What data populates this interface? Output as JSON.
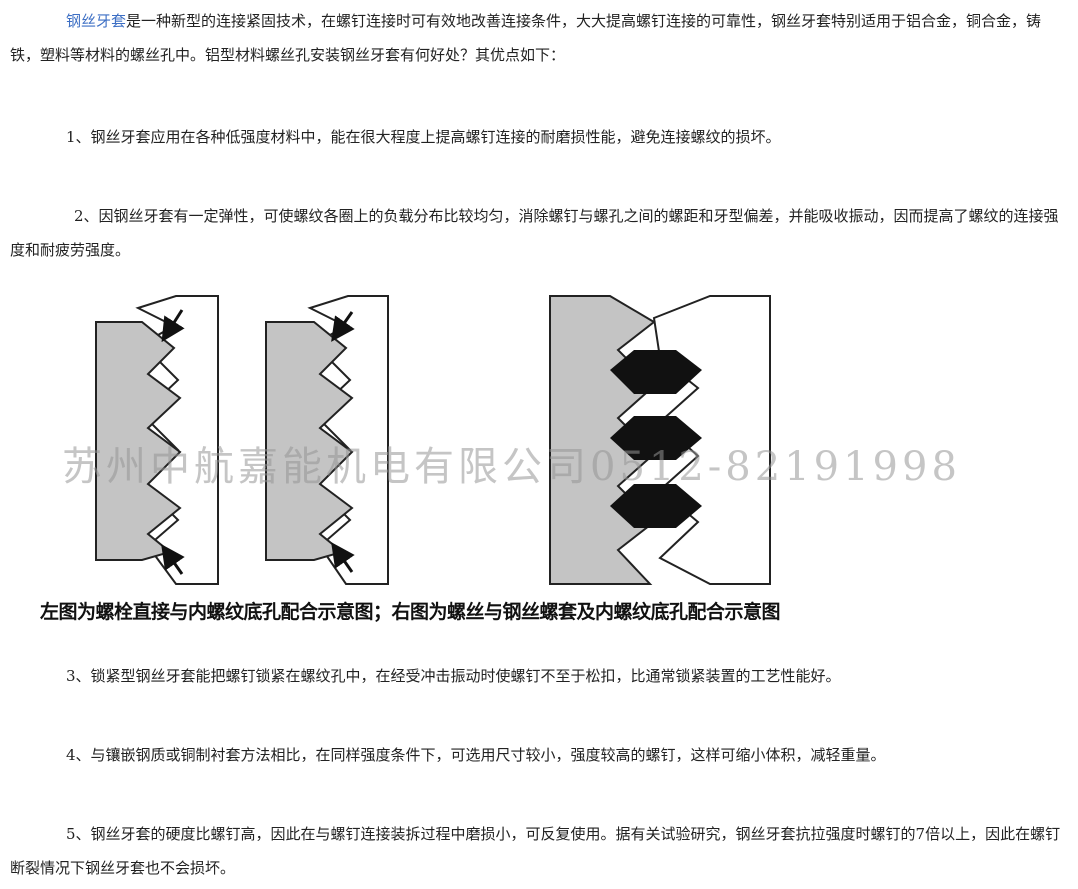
{
  "intro": {
    "link_text": "钢丝牙套",
    "text": "是一种新型的连接紧固技术，在螺钉连接时可有效地改善连接条件，大大提高螺钉连接的可靠性，钢丝牙套特别适用于铝合金，铜合金，铸铁，塑料等材料的螺丝孔中。铝型材料螺丝孔安装钢丝牙套有何好处？其优点如下："
  },
  "points": [
    "1、钢丝牙套应用在各种低强度材料中，能在很大程度上提高螺钉连接的耐磨损性能，避免连接螺纹的损坏。",
    "2、因钢丝牙套有一定弹性，可使螺纹各圈上的负载分布比较均匀，消除螺钉与螺孔之间的螺距和牙型偏差，并能吸收振动，因而提高了螺纹的连接强度和耐疲劳强度。",
    "3、锁紧型钢丝牙套能把螺钉锁紧在螺纹孔中，在经受冲击振动时使螺钉不至于松扣，比通常锁紧装置的工艺性能好。",
    "4、与镶嵌钢质或铜制衬套方法相比，在同样强度条件下，可选用尺寸较小，强度较高的螺钉，这样可缩小体积，减轻重量。",
    "5、钢丝牙套的硬度比螺钉高，因此在与螺钉连接装拆过程中磨损小，可反复使用。据有关试验研究，钢丝牙套抗拉强度时螺钉的7倍以上，因此在螺钉断裂情况下钢丝牙套也不会损坏。"
  ],
  "figure": {
    "watermark": "苏州中航嘉能机电有限公司0512-82191998",
    "caption": "左图为螺栓直接与内螺纹底孔配合示意图；右图为螺丝与钢丝螺套及内螺纹底孔配合示意图"
  },
  "colors": {
    "link": "#3d6fc4",
    "text": "#222222",
    "bolt_fill": "#c4c4c4",
    "insert_fill": "#111111"
  }
}
